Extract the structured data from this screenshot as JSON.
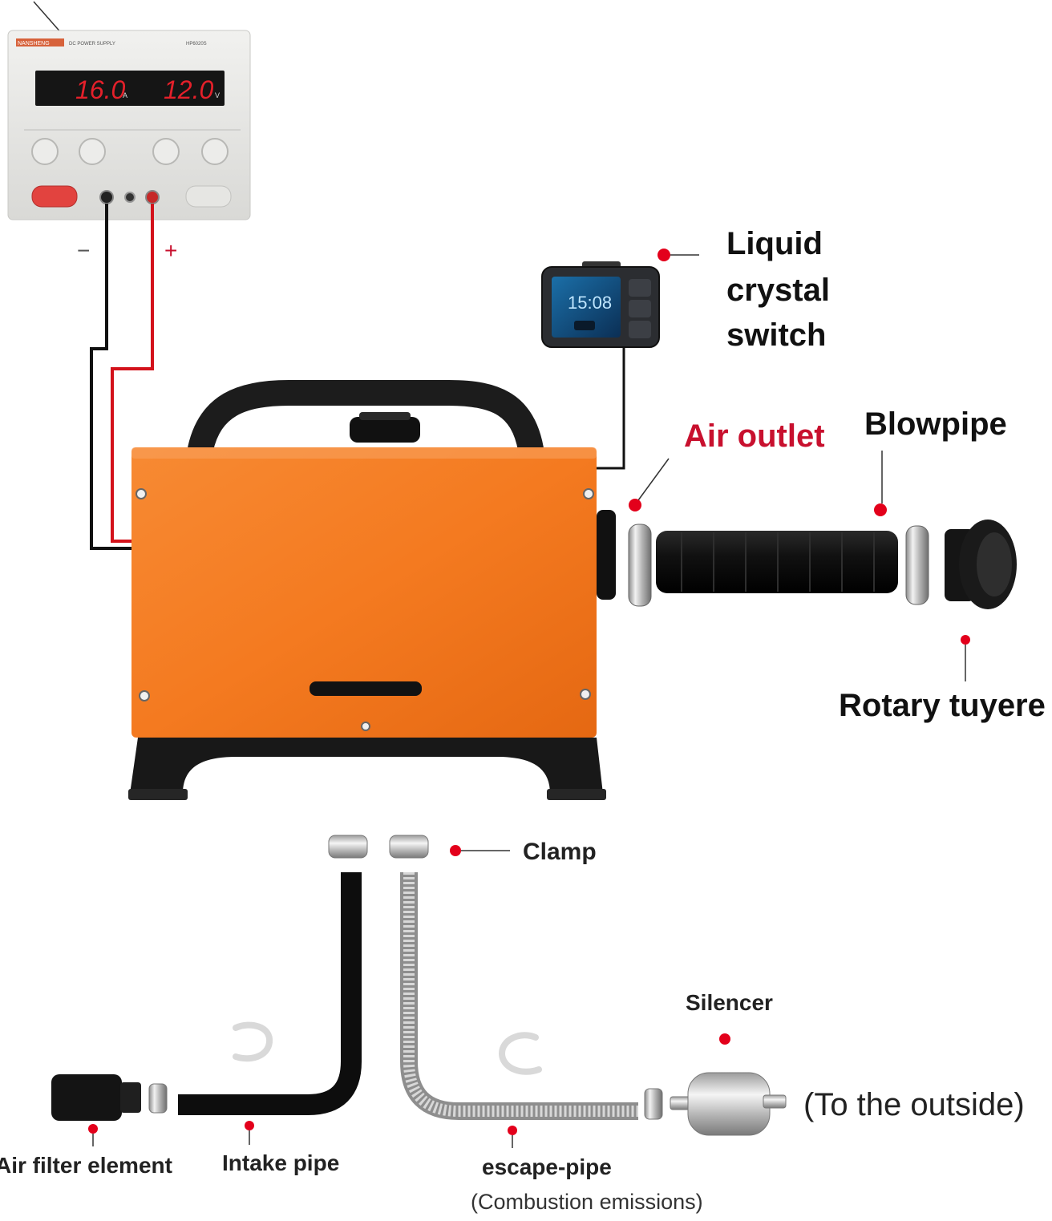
{
  "power_supply": {
    "brand": "NANSHENG",
    "subtitle": "DC POWER SUPPLY",
    "model": "HP6020S",
    "current_display": "16.0",
    "current_unit": "A",
    "voltage_display": "12.0",
    "voltage_unit": "V",
    "negative_sign": "−",
    "positive_sign": "+"
  },
  "controller": {
    "time_display": "15:08"
  },
  "labels": {
    "lcd_line1": "Liquid",
    "lcd_line2": "crystal",
    "lcd_line3": "switch",
    "air_outlet": "Air outlet",
    "blowpipe": "Blowpipe",
    "rotary_tuyere": "Rotary tuyere",
    "clamp": "Clamp",
    "silencer": "Silencer",
    "to_outside": "(To the outside)",
    "air_filter": "Air filter element",
    "intake_pipe": "Intake pipe",
    "escape_pipe": "escape-pipe",
    "combustion": "(Combustion emissions)"
  },
  "colors": {
    "heater_orange": "#f47a20",
    "label_red": "#c8102e",
    "marker_red": "#e3001b",
    "dark": "#1a1a1a"
  }
}
